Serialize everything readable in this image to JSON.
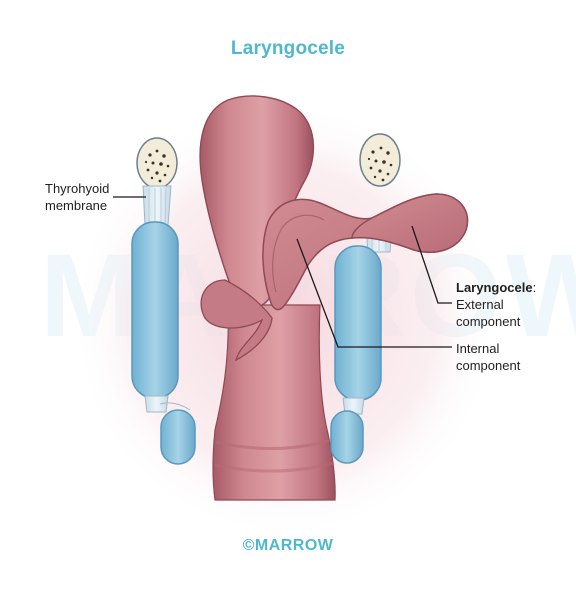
{
  "title": "Laryngocele",
  "watermark": "MARROW",
  "labels": {
    "thyrohyoid_line1": "Thyrohyoid",
    "thyrohyoid_line2": "membrane",
    "laryngocele_bold": "Laryngocele",
    "laryngocele_colon": ":",
    "external_line1": "External",
    "external_line2": "component",
    "internal_line1": "Internal",
    "internal_line2": "component"
  },
  "copyright": "©MARROW",
  "colors": {
    "accent": "#4fb8cf",
    "tissue": "#c97d86",
    "tissue_dark": "#a65a66",
    "cartilage_blue": "#8ec4de",
    "membrane": "#dde9f0",
    "bone": "#f2ead6",
    "halo": "#f6dde3"
  }
}
